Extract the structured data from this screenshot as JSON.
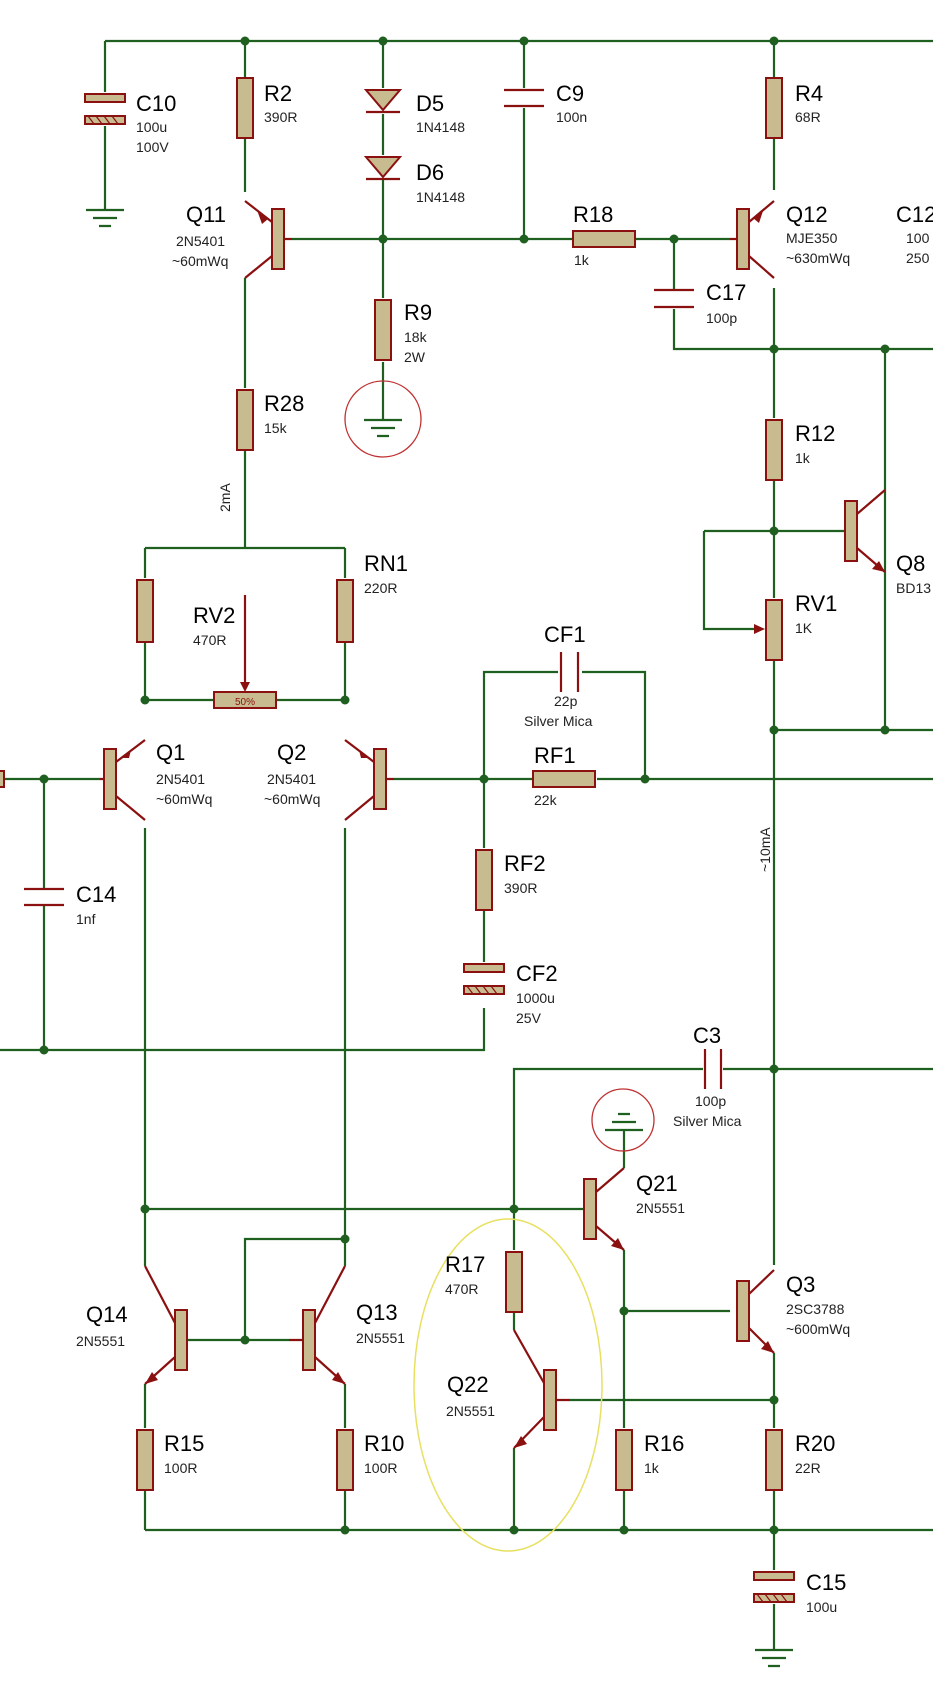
{
  "colors": {
    "wire": "#1f5f1f",
    "pin": "#8b1010",
    "body": "#c8bb90",
    "highlight": "#c03030",
    "oval": "#e8e060"
  },
  "labels": {
    "C10": {
      "ref": "C10",
      "v1": "100u",
      "v2": "100V"
    },
    "R2": {
      "ref": "R2",
      "v1": "390R"
    },
    "D5": {
      "ref": "D5",
      "v1": "1N4148"
    },
    "D6": {
      "ref": "D6",
      "v1": "1N4148"
    },
    "C9": {
      "ref": "C9",
      "v1": "100n"
    },
    "R4": {
      "ref": "R4",
      "v1": "68R"
    },
    "C12": {
      "ref": "C12",
      "v1": "100",
      "v2": "250"
    },
    "Q11": {
      "ref": "Q11",
      "v1": "2N5401",
      "v2": "~60mWq"
    },
    "R18": {
      "ref": "R18",
      "v1": "1k"
    },
    "Q12": {
      "ref": "Q12",
      "v1": "MJE350",
      "v2": "~630mWq"
    },
    "C17": {
      "ref": "C17",
      "v1": "100p"
    },
    "R9": {
      "ref": "R9",
      "v1": "18k",
      "v2": "2W"
    },
    "R28": {
      "ref": "R28",
      "v1": "15k"
    },
    "R12": {
      "ref": "R12",
      "v1": "1k"
    },
    "Q8": {
      "ref": "Q8",
      "v1": "BD13"
    },
    "RN1": {
      "ref": "RN1",
      "v1": "220R"
    },
    "RV2": {
      "ref": "RV2",
      "v1": "470R",
      "pot": "50%"
    },
    "RV1": {
      "ref": "RV1",
      "v1": "1K"
    },
    "CF1": {
      "ref": "CF1",
      "v1": "22p",
      "v2": "Silver Mica"
    },
    "Q1": {
      "ref": "Q1",
      "v1": "2N5401",
      "v2": "~60mWq"
    },
    "Q2": {
      "ref": "Q2",
      "v1": "2N5401",
      "v2": "~60mWq"
    },
    "RF1": {
      "ref": "RF1",
      "v1": "22k"
    },
    "RF2": {
      "ref": "RF2",
      "v1": "390R"
    },
    "C14": {
      "ref": "C14",
      "v1": "1nf"
    },
    "CF2": {
      "ref": "CF2",
      "v1": "1000u",
      "v2": "25V"
    },
    "C3": {
      "ref": "C3",
      "v1": "100p",
      "v2": "Silver Mica"
    },
    "Q21": {
      "ref": "Q21",
      "v1": "2N5551"
    },
    "R17": {
      "ref": "R17",
      "v1": "470R"
    },
    "Q14": {
      "ref": "Q14",
      "v1": "2N5551"
    },
    "Q13": {
      "ref": "Q13",
      "v1": "2N5551"
    },
    "Q3": {
      "ref": "Q3",
      "v1": "2SC3788",
      "v2": "~600mWq"
    },
    "Q22": {
      "ref": "Q22",
      "v1": "2N5551"
    },
    "R15": {
      "ref": "R15",
      "v1": "100R"
    },
    "R10": {
      "ref": "R10",
      "v1": "100R"
    },
    "R16": {
      "ref": "R16",
      "v1": "1k"
    },
    "R20": {
      "ref": "R20",
      "v1": "22R"
    },
    "C15": {
      "ref": "C15",
      "v1": "100u"
    }
  },
  "annotations": {
    "current_tail": "2mA",
    "current_vas": "~10mA"
  }
}
